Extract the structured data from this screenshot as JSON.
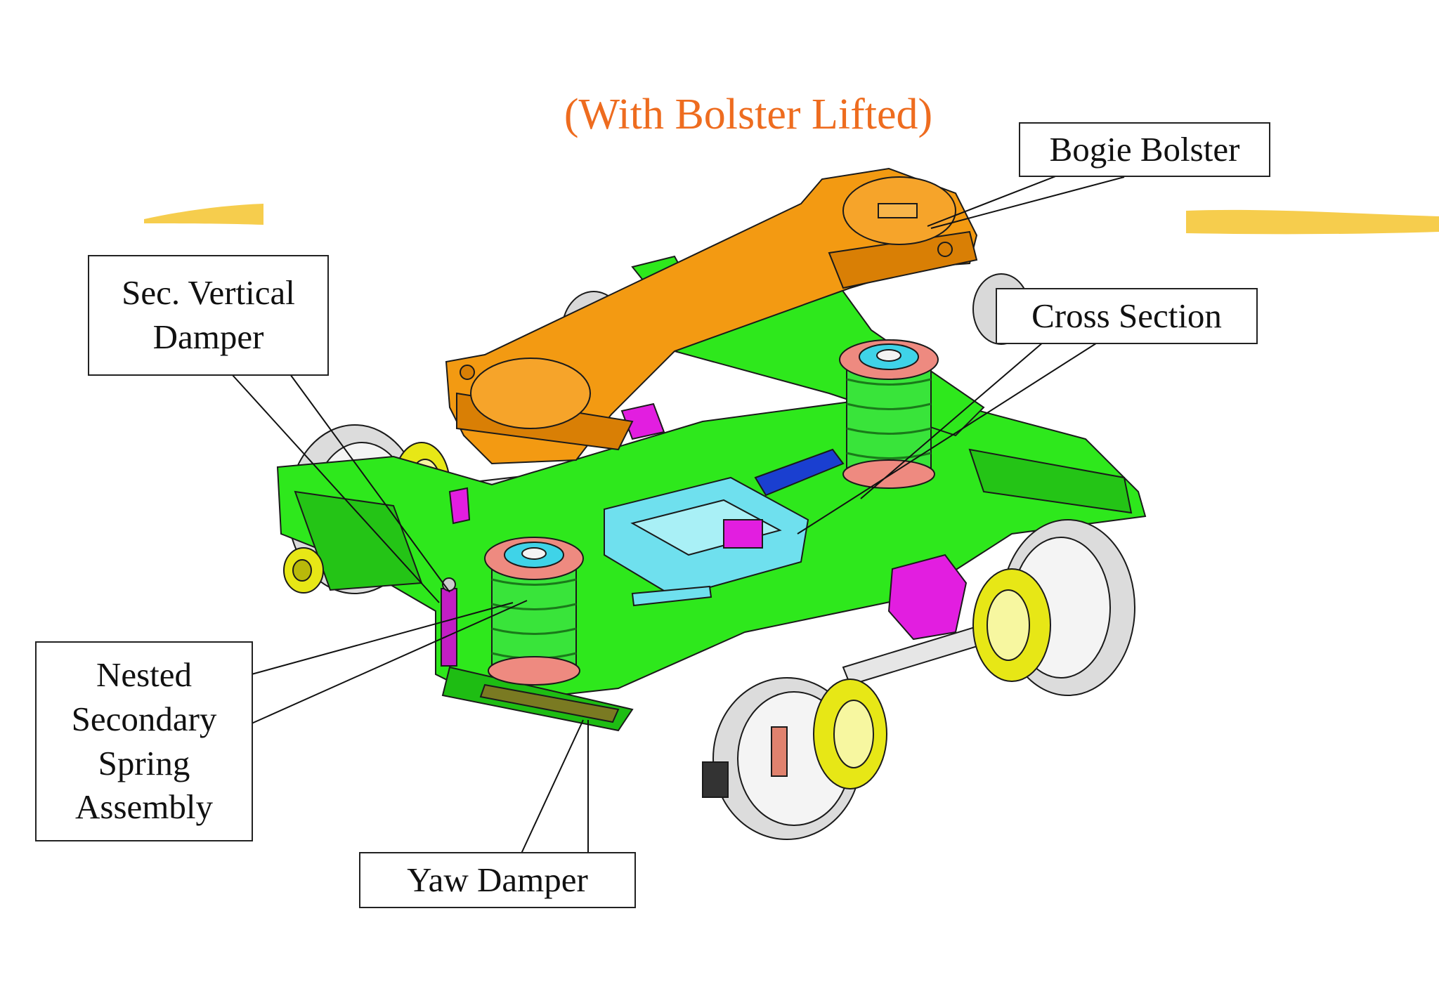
{
  "title": "(With Bolster Lifted)",
  "labels": {
    "bogie_bolster": "Bogie Bolster",
    "sec_vertical_damper": "Sec. Vertical\nDamper",
    "cross_section": "Cross Section",
    "nested_secondary_spring": "Nested\nSecondary\nSpring\nAssembly",
    "yaw_damper": "Yaw Damper"
  },
  "colors": {
    "title": "#ee6c1f",
    "bolster": "#f39a12",
    "frame": "#2ee81c",
    "spring": "#39e43a",
    "spring_cap": "#ee8a80",
    "spring_core": "#3fd3e8",
    "wheel": "#d9d9d9",
    "axle_box": "#e7e716",
    "magenta_part": "#e21ee0",
    "cyan_part": "#6fe0ee",
    "blue_part": "#1a3fd0",
    "highlight_stroke": "#f5c83a",
    "leader": "#111111"
  }
}
